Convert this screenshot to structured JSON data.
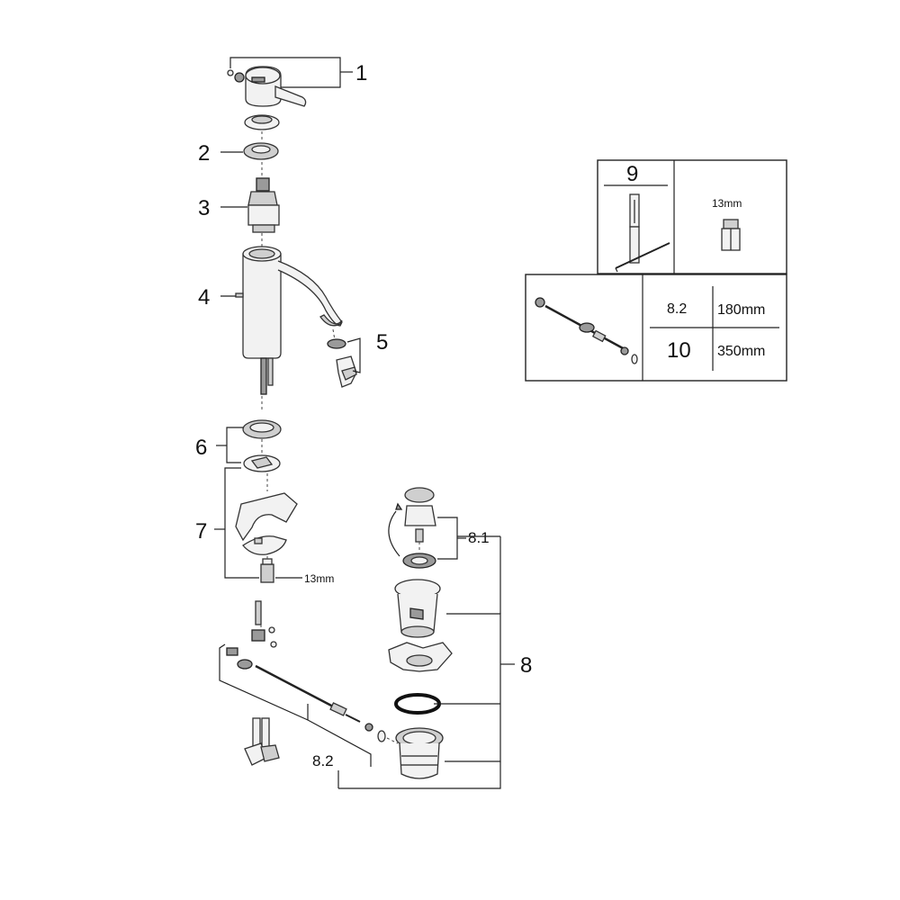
{
  "callouts": {
    "c1": "1",
    "c2": "2",
    "c3": "3",
    "c4": "4",
    "c5": "5",
    "c6": "6",
    "c7": "7",
    "c8": "8",
    "c81": "8.1",
    "c82": "8.2",
    "nut_size": "13mm"
  },
  "tool_box": {
    "tool_label": "9",
    "nut_size": "13mm"
  },
  "rod_table": {
    "rows": [
      {
        "part": "8.2",
        "length": "180mm"
      },
      {
        "part": "10",
        "length": "350mm"
      }
    ]
  }
}
